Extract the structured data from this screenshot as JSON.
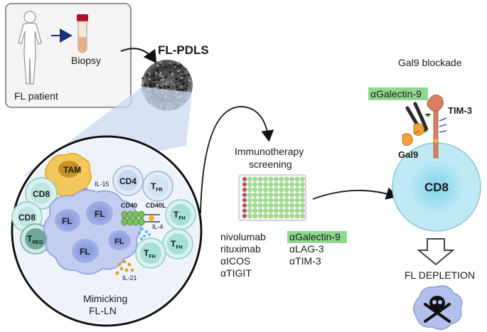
{
  "patient_box": {
    "patient_label": "FL patient",
    "biopsy_label": "Biopsy"
  },
  "fl_pdls_label": "FL-PDLS",
  "mimicking": {
    "line1": "Mimicking",
    "line2": "FL-LN"
  },
  "cells": {
    "tam": "TAM",
    "cd8": "CD8",
    "cd4": "CD4",
    "fl": "FL",
    "t": "T",
    "fr_sub": "FR",
    "fh_sub": "FH",
    "reg_sub": "REG",
    "il15": "IL-15",
    "il4": "IL-4",
    "il21": "IL-21",
    "cd40": "CD40",
    "cd40l": "CD40L"
  },
  "screening": {
    "line1": "Immunotherapy",
    "line2": "screening",
    "drugs_left": [
      "nivolumab",
      "rituximab",
      "αICOS",
      "αTIGIT"
    ],
    "drugs_right_highlight": "αGalectin-9",
    "drugs_right": [
      "αLAG-3",
      "αTIM-3"
    ]
  },
  "gal9": {
    "title": "Gal9 blockade",
    "antibody_label": "αGalectin-9",
    "tim3_label": "TIM-3",
    "gal9_label": "Gal9",
    "cd8_label": "CD8",
    "result_label": "FL DEPLETION"
  },
  "colors": {
    "highlight": "#8fd88f",
    "fl_cell": "#a9b8ea",
    "tam": "#f2c85c",
    "cd8_teal": "#9ee3da",
    "ln_circle": "#c9d9f0"
  }
}
